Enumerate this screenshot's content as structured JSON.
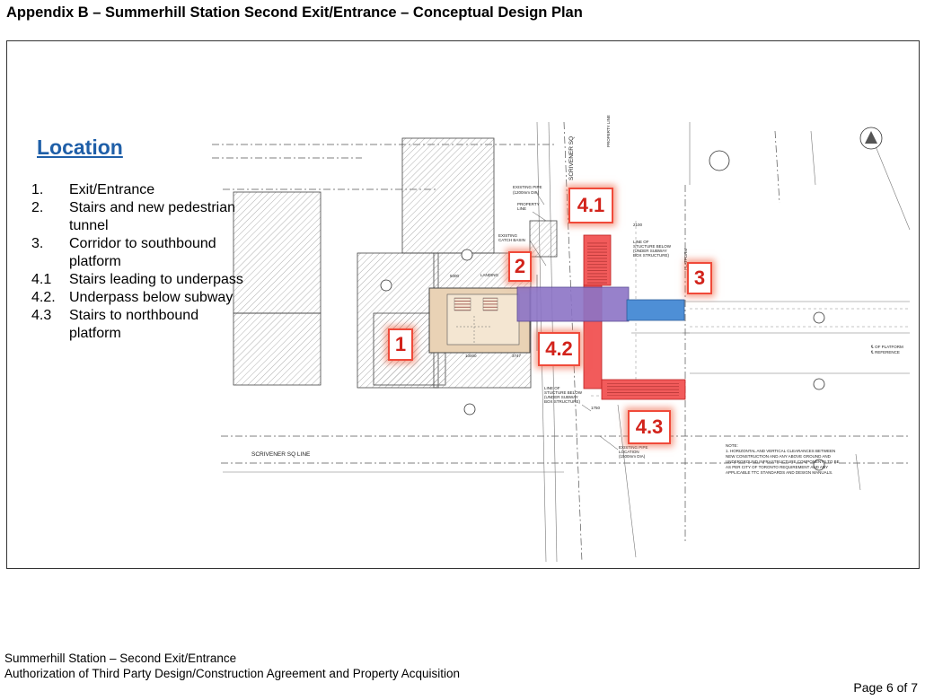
{
  "document": {
    "title": "Appendix B – Summerhill Station Second Exit/Entrance – Conceptual Design Plan",
    "location_heading": "Location",
    "legend": [
      {
        "num": "1.",
        "text": "Exit/Entrance"
      },
      {
        "num": "2.",
        "text": "Stairs and new pedestrian tunnel"
      },
      {
        "num": "3.",
        "text": "Corridor to southbound platform"
      },
      {
        "num": "4.1",
        "text": "Stairs leading to underpass"
      },
      {
        "num": "4.2.",
        "text": "Underpass below subway"
      },
      {
        "num": "4.3",
        "text": "Stairs to northbound platform"
      }
    ],
    "footer_line1": "Summerhill Station – Second Exit/Entrance",
    "footer_line2": "Authorization of Third Party Design/Construction Agreement and Property Acquisition",
    "page_label": "Page 6 of 7"
  },
  "callouts": {
    "c1": "1",
    "c2": "2",
    "c3": "3",
    "c41": "4.1",
    "c42": "4.2",
    "c43": "4.3"
  },
  "plan_labels": {
    "existing_pipe_top_1": "EXISTING PIPE",
    "existing_pipe_top_2": "(1200mm DIA)",
    "property_line_1": "PROPERTY",
    "property_line_2": "LINE",
    "catch_basin_1": "EXISTING",
    "catch_basin_2": "CATCH BASIN",
    "landing": "LANDING",
    "structure_upper_1": "LINE OF",
    "structure_upper_2": "STUCTURE BELOW",
    "structure_upper_3": "(UNDER SUBWAY",
    "structure_upper_4": "BOX STRUCTURE)",
    "structure_lower_1": "LINE OF",
    "structure_lower_2": "STUCTURE BELOW",
    "structure_lower_3": "(UNDER SUBWAY",
    "structure_lower_4": "BOX STRUCTURE)",
    "existing_pipe_bottom_1": "EXISTING PIPE",
    "existing_pipe_bottom_2": "LOCATION",
    "existing_pipe_bottom_3": "(1500mm DIA)",
    "scrivener_line": "SCRIVENER SQ LINE",
    "scrivener_sq": "SCRIVENER SQ",
    "property_vertical": "PROPERTY LINE",
    "platform_line": "PLATFORM",
    "platform_edge_1": "℄ OF PLATFORM",
    "platform_edge_2": "℄ REFERENCE",
    "dim_2100": "2100",
    "dim_1750": "1750",
    "dim_5000": "5000",
    "dim_10000": "10000",
    "dim_3747": "3747",
    "note_1": "NOTE:",
    "note_2": "1. HORIZONTAL AND VERTICAL CLEARANCES BETWEEN",
    "note_3": "NEW CONSTRUCTION AND ANY ABOVE GROUND AND",
    "note_4": "UNDERGROUND INFRASTRUCTURE COMPONENTS TO BE",
    "note_5": "AS PER CITY OF TORONTO REQUIREMENT AND ANY",
    "note_6": "APPLICABLE TTC STANDARDS AND DESIGN MANUALS."
  },
  "colors": {
    "heading": "#1f5fa8",
    "callout_red": "#d2231b",
    "stairs_red": "#f25b5b",
    "tunnel_purple": "#8c74c6",
    "corridor_blue": "#4e8fd6",
    "entrance_tan": "#e9d2b5"
  }
}
